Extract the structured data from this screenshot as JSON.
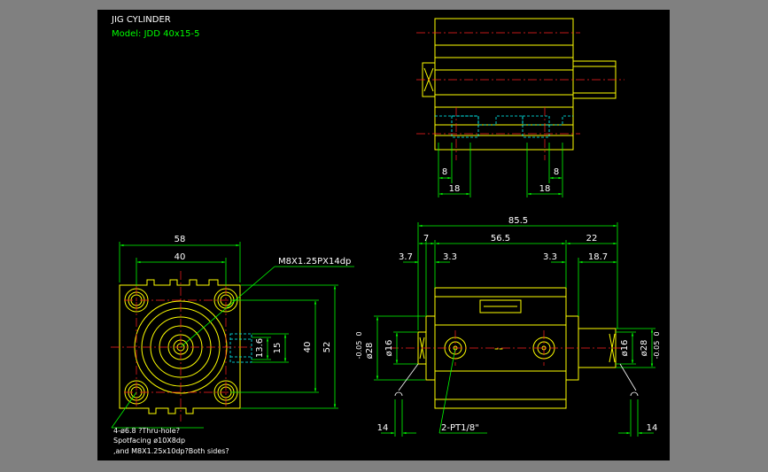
{
  "title": "JIG CYLINDER",
  "model": "Model: JDD 40x15-5",
  "front_view": {
    "dims": {
      "width_outer": "58",
      "width_inner": "40",
      "height_outer": "52",
      "height_inner": "40",
      "d15": "15",
      "d13_6": "13.6"
    },
    "thread_label": "M8X1.25PX14dp",
    "hole_note": [
      "4-ø6.8 ?Thru-hole?",
      "Spotfacing ø10X8dp",
      ",and M8X1.25x10dp?Both sides?"
    ]
  },
  "top_view": {
    "dims": {
      "left_small": "8",
      "left_large": "18",
      "right_small": "8",
      "right_large": "18"
    }
  },
  "side_view": {
    "dims": {
      "overall": "85.5",
      "left": "7",
      "middle": "56.5",
      "right": "22",
      "l3_7": "3.7",
      "l3_3": "3.3",
      "r3_3": "3.3",
      "r18_7": "18.7",
      "d16_left": "ø16",
      "d16_right": "ø16",
      "d28_left": "ø28",
      "d28_right": "ø28",
      "tol_left_top": "0",
      "tol_left_bot": "-0.05",
      "tol_right_top": "0",
      "tol_right_bot": "-0.05",
      "bottom_left": "14",
      "bottom_right": "14"
    },
    "port_label": "2-PT1/8\""
  },
  "colors": {
    "background": "#000000",
    "outline": "#ffff00",
    "dimension": "#00ff00",
    "centerline": "#ff2020",
    "hidden": "#00ffff",
    "frame": "#808080"
  }
}
